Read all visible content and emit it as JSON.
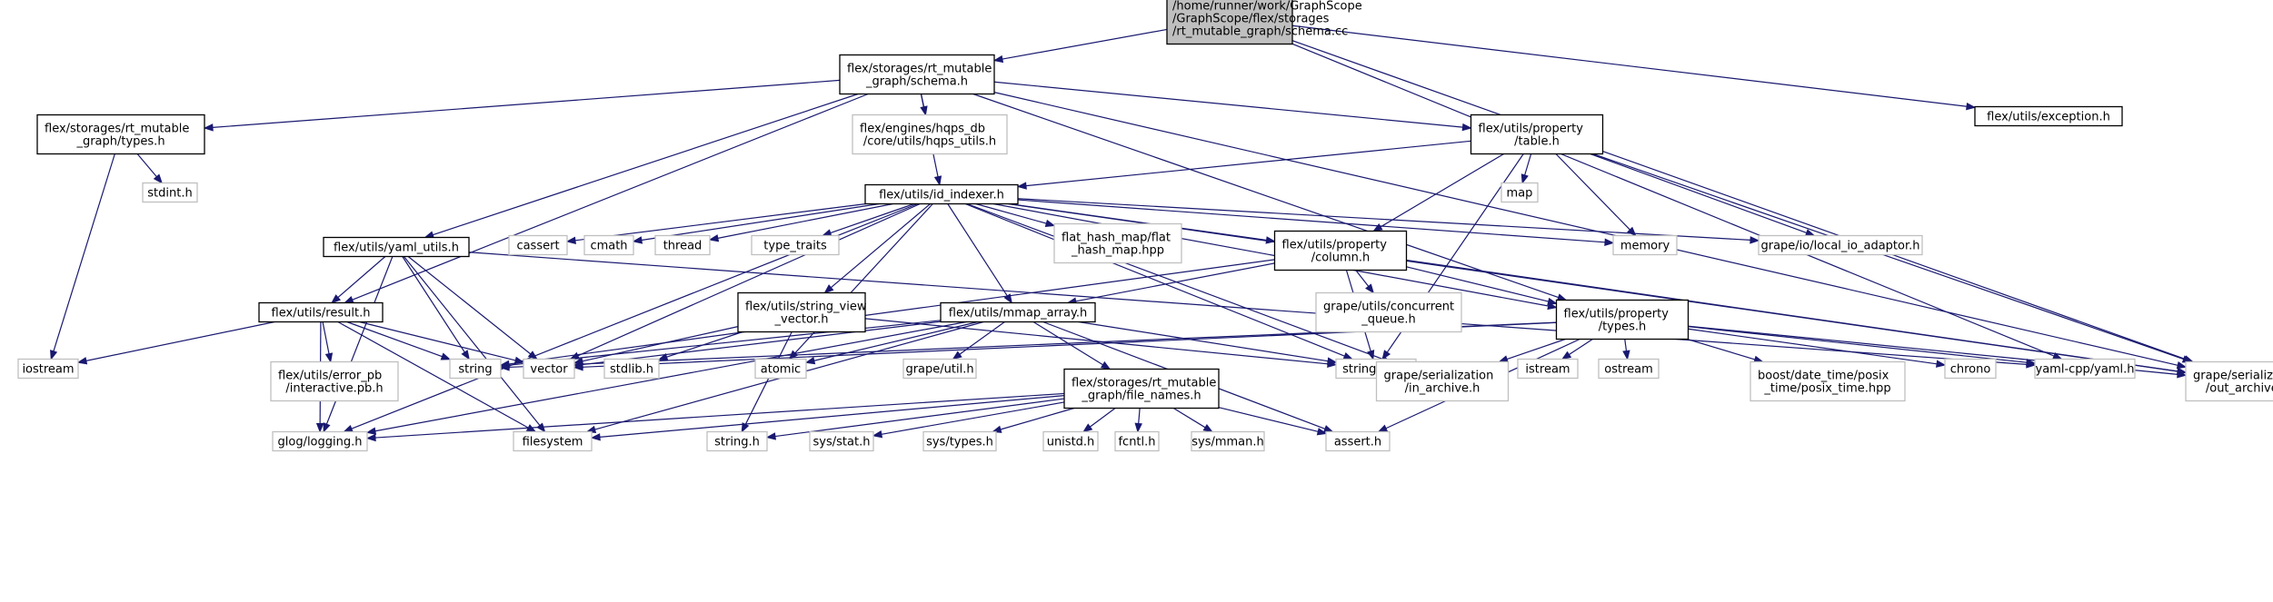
{
  "colors": {
    "edge": "#191970",
    "root_fill": "#bfbfbf",
    "border_local": "#000000",
    "border_system": "#bfbfbf"
  },
  "nodes": [
    {
      "id": "root",
      "kind": "root",
      "lines": [
        "/home/runner/work/GraphScope",
        "/GraphScope/flex/storages",
        "/rt_mutable_graph/schema.cc"
      ]
    },
    {
      "id": "schema_h",
      "kind": "local",
      "lines": [
        "flex/storages/rt_mutable",
        "_graph/schema.h"
      ]
    },
    {
      "id": "exception_h",
      "kind": "local",
      "lines": [
        "flex/utils/exception.h"
      ]
    },
    {
      "id": "types_h",
      "kind": "local",
      "lines": [
        "flex/storages/rt_mutable",
        "_graph/types.h"
      ]
    },
    {
      "id": "hqps_utils",
      "kind": "system",
      "lines": [
        "flex/engines/hqps_db",
        "/core/utils/hqps_utils.h"
      ]
    },
    {
      "id": "table_h",
      "kind": "local",
      "lines": [
        "flex/utils/property",
        "/table.h"
      ]
    },
    {
      "id": "stdint",
      "kind": "system",
      "lines": [
        "stdint.h"
      ]
    },
    {
      "id": "id_indexer",
      "kind": "local",
      "lines": [
        "flex/utils/id_indexer.h"
      ]
    },
    {
      "id": "map",
      "kind": "system",
      "lines": [
        "map"
      ]
    },
    {
      "id": "yaml_utils",
      "kind": "local",
      "lines": [
        "flex/utils/yaml_utils.h"
      ]
    },
    {
      "id": "cassert",
      "kind": "system",
      "lines": [
        "cassert"
      ]
    },
    {
      "id": "cmath",
      "kind": "system",
      "lines": [
        "cmath"
      ]
    },
    {
      "id": "thread",
      "kind": "system",
      "lines": [
        "thread"
      ]
    },
    {
      "id": "type_traits",
      "kind": "system",
      "lines": [
        "type_traits"
      ]
    },
    {
      "id": "flat_hash_map",
      "kind": "system",
      "lines": [
        "flat_hash_map/flat",
        "_hash_map.hpp"
      ]
    },
    {
      "id": "column_h",
      "kind": "local",
      "lines": [
        "flex/utils/property",
        "/column.h"
      ]
    },
    {
      "id": "memory",
      "kind": "system",
      "lines": [
        "memory"
      ]
    },
    {
      "id": "local_io",
      "kind": "system",
      "lines": [
        "grape/io/local_io_adaptor.h"
      ]
    },
    {
      "id": "result_h",
      "kind": "local",
      "lines": [
        "flex/utils/result.h"
      ]
    },
    {
      "id": "string_view_vector",
      "kind": "local",
      "lines": [
        "flex/utils/string_view",
        "_vector.h"
      ]
    },
    {
      "id": "mmap_array",
      "kind": "local",
      "lines": [
        "flex/utils/mmap_array.h"
      ]
    },
    {
      "id": "concurrent_queue",
      "kind": "system",
      "lines": [
        "grape/utils/concurrent",
        "_queue.h"
      ]
    },
    {
      "id": "prop_types",
      "kind": "local",
      "lines": [
        "flex/utils/property",
        "/types.h"
      ]
    },
    {
      "id": "iostream",
      "kind": "system",
      "lines": [
        "iostream"
      ]
    },
    {
      "id": "error_pb",
      "kind": "system",
      "lines": [
        "flex/utils/error_pb",
        "/interactive.pb.h"
      ]
    },
    {
      "id": "string",
      "kind": "system",
      "lines": [
        "string"
      ]
    },
    {
      "id": "vector",
      "kind": "system",
      "lines": [
        "vector"
      ]
    },
    {
      "id": "stdlib",
      "kind": "system",
      "lines": [
        "stdlib.h"
      ]
    },
    {
      "id": "atomic",
      "kind": "system",
      "lines": [
        "atomic"
      ]
    },
    {
      "id": "grape_util",
      "kind": "system",
      "lines": [
        "grape/util.h"
      ]
    },
    {
      "id": "file_names",
      "kind": "local",
      "lines": [
        "flex/storages/rt_mutable",
        "_graph/file_names.h"
      ]
    },
    {
      "id": "string_view",
      "kind": "system",
      "lines": [
        "string_view"
      ]
    },
    {
      "id": "in_archive",
      "kind": "system",
      "lines": [
        "grape/serialization",
        "/in_archive.h"
      ]
    },
    {
      "id": "istream",
      "kind": "system",
      "lines": [
        "istream"
      ]
    },
    {
      "id": "ostream",
      "kind": "system",
      "lines": [
        "ostream"
      ]
    },
    {
      "id": "posix_time",
      "kind": "system",
      "lines": [
        "boost/date_time/posix",
        "_time/posix_time.hpp"
      ]
    },
    {
      "id": "chrono",
      "kind": "system",
      "lines": [
        "chrono"
      ]
    },
    {
      "id": "yaml_cpp",
      "kind": "system",
      "lines": [
        "yaml-cpp/yaml.h"
      ]
    },
    {
      "id": "out_archive",
      "kind": "system",
      "lines": [
        "grape/serialization",
        "/out_archive.h"
      ]
    },
    {
      "id": "glog",
      "kind": "system",
      "lines": [
        "glog/logging.h"
      ]
    },
    {
      "id": "filesystem",
      "kind": "system",
      "lines": [
        "filesystem"
      ]
    },
    {
      "id": "string_h",
      "kind": "system",
      "lines": [
        "string.h"
      ]
    },
    {
      "id": "sys_stat",
      "kind": "system",
      "lines": [
        "sys/stat.h"
      ]
    },
    {
      "id": "sys_types",
      "kind": "system",
      "lines": [
        "sys/types.h"
      ]
    },
    {
      "id": "unistd",
      "kind": "system",
      "lines": [
        "unistd.h"
      ]
    },
    {
      "id": "fcntl",
      "kind": "system",
      "lines": [
        "fcntl.h"
      ]
    },
    {
      "id": "sys_mman",
      "kind": "system",
      "lines": [
        "sys/mman.h"
      ]
    },
    {
      "id": "assert",
      "kind": "system",
      "lines": [
        "assert.h"
      ]
    }
  ],
  "edges": [
    [
      "root",
      "schema_h"
    ],
    [
      "root",
      "exception_h"
    ],
    [
      "root",
      "yaml_cpp"
    ],
    [
      "root",
      "out_archive"
    ],
    [
      "schema_h",
      "types_h"
    ],
    [
      "schema_h",
      "hqps_utils"
    ],
    [
      "schema_h",
      "table_h"
    ],
    [
      "schema_h",
      "id_indexer"
    ],
    [
      "schema_h",
      "yaml_utils"
    ],
    [
      "schema_h",
      "result_h"
    ],
    [
      "schema_h",
      "prop_types"
    ],
    [
      "schema_h",
      "out_archive"
    ],
    [
      "types_h",
      "stdint"
    ],
    [
      "types_h",
      "iostream"
    ],
    [
      "table_h",
      "id_indexer"
    ],
    [
      "table_h",
      "map"
    ],
    [
      "table_h",
      "memory"
    ],
    [
      "table_h",
      "local_io"
    ],
    [
      "table_h",
      "column_h"
    ],
    [
      "table_h",
      "string_view"
    ],
    [
      "table_h",
      "out_archive"
    ],
    [
      "id_indexer",
      "cassert"
    ],
    [
      "id_indexer",
      "cmath"
    ],
    [
      "id_indexer",
      "thread"
    ],
    [
      "id_indexer",
      "type_traits"
    ],
    [
      "id_indexer",
      "flat_hash_map"
    ],
    [
      "id_indexer",
      "column_h"
    ],
    [
      "id_indexer",
      "memory"
    ],
    [
      "id_indexer",
      "local_io"
    ],
    [
      "id_indexer",
      "string_view_vector"
    ],
    [
      "id_indexer",
      "mmap_array"
    ],
    [
      "id_indexer",
      "prop_types"
    ],
    [
      "id_indexer",
      "string_view"
    ],
    [
      "id_indexer",
      "vector"
    ],
    [
      "id_indexer",
      "atomic"
    ],
    [
      "id_indexer",
      "in_archive"
    ],
    [
      "id_indexer",
      "out_archive"
    ],
    [
      "id_indexer",
      "glog"
    ],
    [
      "yaml_utils",
      "result_h"
    ],
    [
      "yaml_utils",
      "string"
    ],
    [
      "yaml_utils",
      "vector"
    ],
    [
      "yaml_utils",
      "filesystem"
    ],
    [
      "yaml_utils",
      "glog"
    ],
    [
      "yaml_utils",
      "yaml_cpp"
    ],
    [
      "column_h",
      "mmap_array"
    ],
    [
      "column_h",
      "concurrent_queue"
    ],
    [
      "column_h",
      "prop_types"
    ],
    [
      "column_h",
      "string_view"
    ],
    [
      "column_h",
      "string"
    ],
    [
      "column_h",
      "out_archive"
    ],
    [
      "result_h",
      "iostream"
    ],
    [
      "result_h",
      "error_pb"
    ],
    [
      "result_h",
      "string"
    ],
    [
      "result_h",
      "vector"
    ],
    [
      "result_h",
      "glog"
    ],
    [
      "result_h",
      "filesystem"
    ],
    [
      "string_view_vector",
      "vector"
    ],
    [
      "string_view_vector",
      "stdlib"
    ],
    [
      "string_view_vector",
      "string_h"
    ],
    [
      "string_view_vector",
      "string_view"
    ],
    [
      "mmap_array",
      "string"
    ],
    [
      "mmap_array",
      "vector"
    ],
    [
      "mmap_array",
      "atomic"
    ],
    [
      "mmap_array",
      "grape_util"
    ],
    [
      "mmap_array",
      "file_names"
    ],
    [
      "mmap_array",
      "string_view"
    ],
    [
      "mmap_array",
      "glog"
    ],
    [
      "mmap_array",
      "filesystem"
    ],
    [
      "mmap_array",
      "assert"
    ],
    [
      "prop_types",
      "vector"
    ],
    [
      "prop_types",
      "string"
    ],
    [
      "prop_types",
      "in_archive"
    ],
    [
      "prop_types",
      "istream"
    ],
    [
      "prop_types",
      "ostream"
    ],
    [
      "prop_types",
      "posix_time"
    ],
    [
      "prop_types",
      "chrono"
    ],
    [
      "prop_types",
      "yaml_cpp"
    ],
    [
      "prop_types",
      "out_archive"
    ],
    [
      "prop_types",
      "assert"
    ],
    [
      "file_names",
      "glog"
    ],
    [
      "file_names",
      "filesystem"
    ],
    [
      "file_names",
      "string_h"
    ],
    [
      "file_names",
      "sys_stat"
    ],
    [
      "file_names",
      "sys_types"
    ],
    [
      "file_names",
      "unistd"
    ],
    [
      "file_names",
      "fcntl"
    ],
    [
      "file_names",
      "sys_mman"
    ],
    [
      "file_names",
      "assert"
    ]
  ]
}
